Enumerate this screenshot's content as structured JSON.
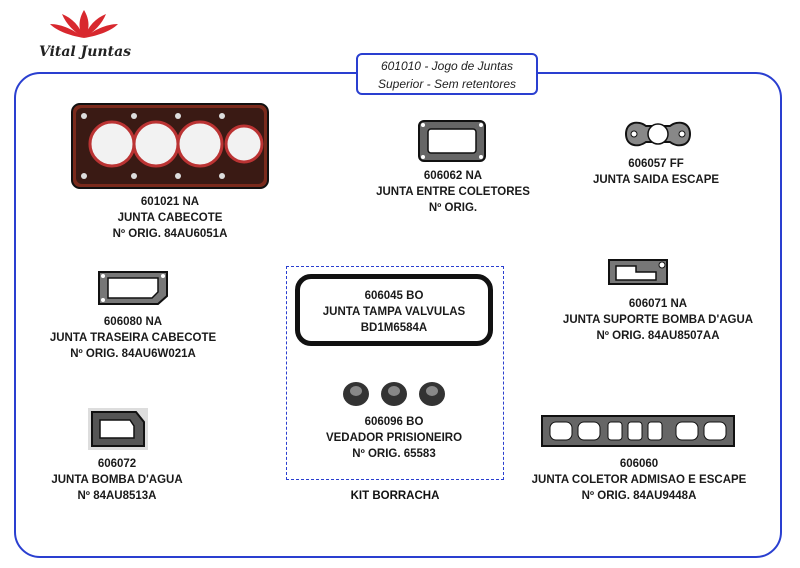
{
  "brand": {
    "name": "Vital Juntas"
  },
  "kit": {
    "title_line1": "601010 - Jogo de Juntas",
    "title_line2": "Superior  - Sem retentores",
    "group_label": "KIT BORRACHA"
  },
  "items": {
    "i601021": {
      "code": "601021 NA",
      "name": "JUNTA CABECOTE",
      "ref": "Nº ORIG. 84AU6051A"
    },
    "i606062": {
      "code": "606062 NA",
      "name": "JUNTA ENTRE COLETORES",
      "ref": "Nº ORIG."
    },
    "i606057": {
      "code": "606057 FF",
      "name": "JUNTA SAIDA ESCAPE"
    },
    "i606080": {
      "code": "606080 NA",
      "name": "JUNTA TRASEIRA CABECOTE",
      "ref": "Nº ORIG. 84AU6W021A"
    },
    "i606045": {
      "code": "606045 BO",
      "name": "JUNTA TAMPA VALVULAS",
      "ref": "BD1M6584A"
    },
    "i606071": {
      "code": "606071 NA",
      "name": "JUNTA SUPORTE BOMBA D'AGUA",
      "ref": "Nº ORIG. 84AU8507AA"
    },
    "i606096": {
      "code": "606096 BO",
      "name": "VEDADOR PRISIONEIRO",
      "ref": "Nº ORIG. 65583"
    },
    "i606072": {
      "code": "606072",
      "name": "JUNTA BOMBA D'AGUA",
      "ref": "Nº 84AU8513A"
    },
    "i606060": {
      "code": "606060",
      "name": "JUNTA COLETOR ADMISAO E ESCAPE",
      "ref": "Nº ORIG. 84AU9448A"
    }
  },
  "colors": {
    "frame": "#2a3fd0",
    "brand_red": "#d8282e",
    "gasket_dark": "#1a1a1a"
  }
}
